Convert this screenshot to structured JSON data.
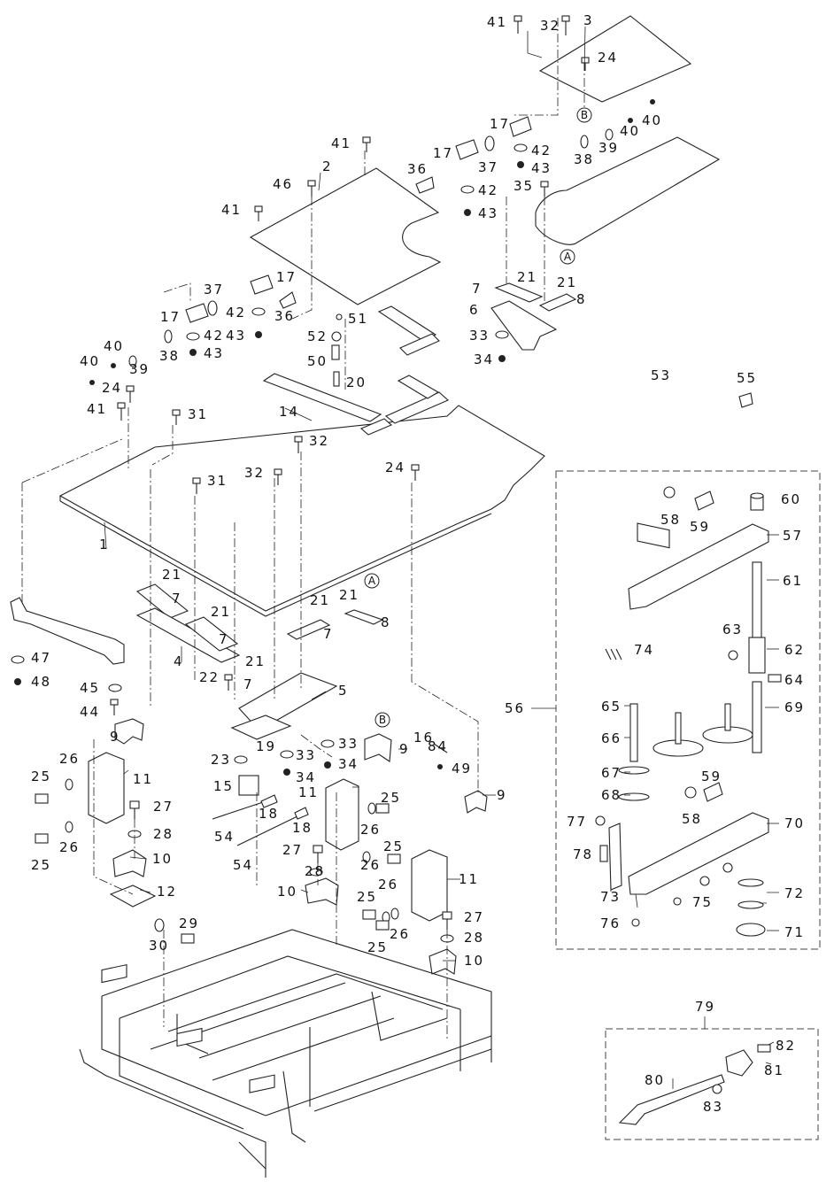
{
  "diagram": {
    "part_labels": [
      "1",
      "2",
      "3",
      "4",
      "5",
      "6",
      "7",
      "8",
      "9",
      "10",
      "11",
      "12",
      "14",
      "15",
      "16",
      "17",
      "18",
      "19",
      "20",
      "21",
      "22",
      "23",
      "24",
      "25",
      "26",
      "27",
      "28",
      "29",
      "30",
      "31",
      "32",
      "33",
      "34",
      "35",
      "36",
      "37",
      "38",
      "39",
      "40",
      "41",
      "42",
      "43",
      "44",
      "45",
      "46",
      "47",
      "48",
      "49",
      "50",
      "51",
      "52",
      "53",
      "54",
      "55",
      "56",
      "57",
      "58",
      "59",
      "60",
      "61",
      "62",
      "63",
      "64",
      "65",
      "66",
      "67",
      "68",
      "69",
      "70",
      "71",
      "72",
      "73",
      "74",
      "75",
      "76",
      "77",
      "78",
      "79",
      "80",
      "81",
      "82",
      "83",
      "84"
    ],
    "ref_marks": [
      "A",
      "B"
    ]
  }
}
